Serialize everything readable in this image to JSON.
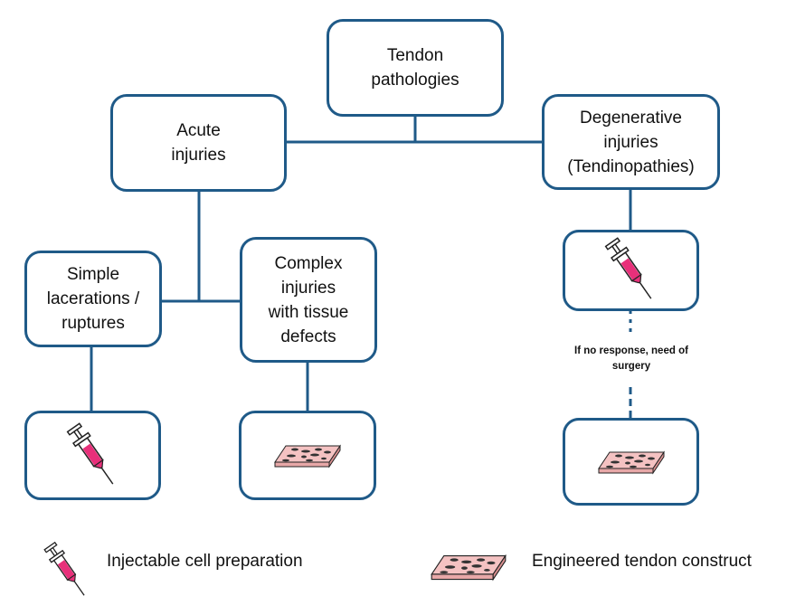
{
  "diagram": {
    "title_node": "Tendon\npathologies",
    "nodes": {
      "acute": "Acute\ninjuries",
      "degenerative": "Degenerative\ninjuries\n(Tendinopathies)",
      "simple": "Simple\nlacerations /\nruptures",
      "complex": "Complex\ninjuries\nwith tissue\ndefects"
    },
    "treatment_nodes": {
      "simple_treatment": "syringe-icon",
      "complex_treatment": "tendon-construct-icon",
      "degenerative_treatment": "syringe-icon",
      "degenerative_surgery": "tendon-construct-icon"
    },
    "note": "If no response, need of\nsurgery"
  },
  "legend": {
    "items": [
      {
        "icon": "syringe-icon",
        "label": "Injectable cell preparation"
      },
      {
        "icon": "tendon-construct-icon",
        "label": "Engineered tendon construct"
      }
    ]
  },
  "colors": {
    "border": "#1f5a88",
    "syringe_fill": "#e8307a",
    "construct_fill": "#f4c2c2"
  }
}
